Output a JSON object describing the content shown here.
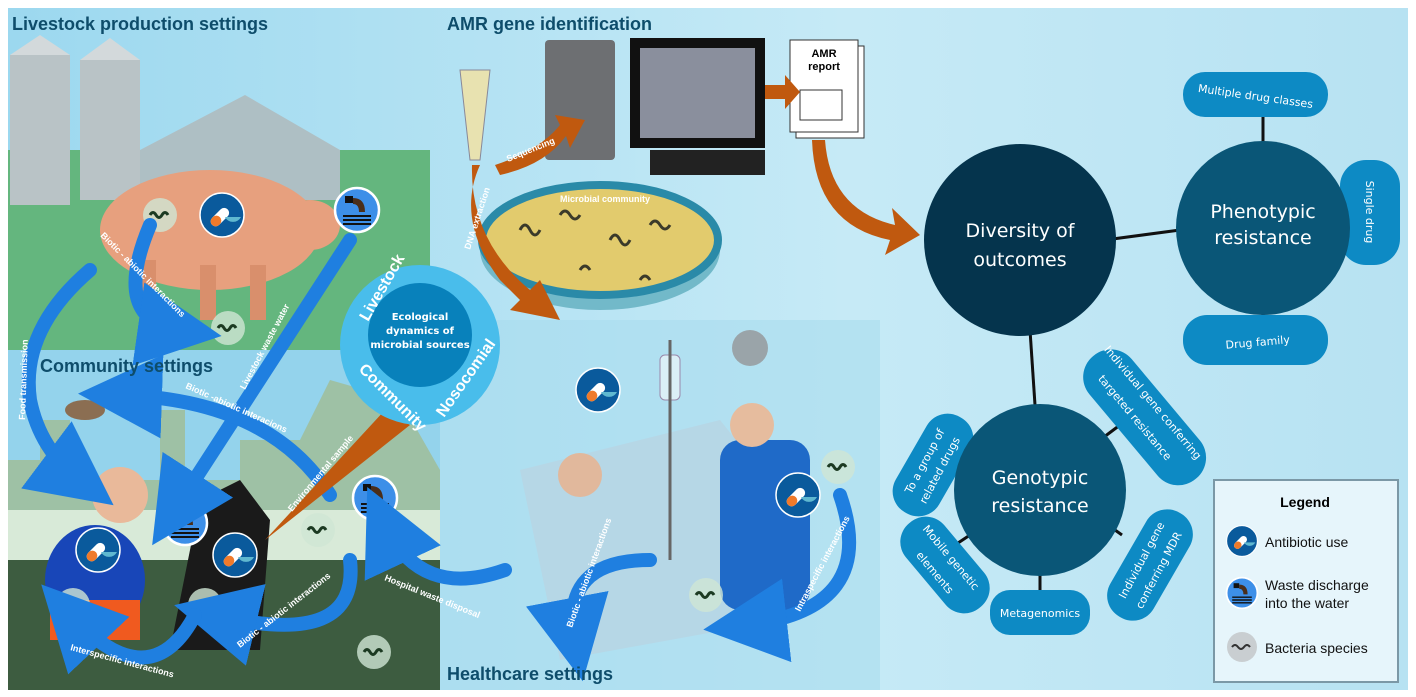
{
  "sections": {
    "livestock": "Livestock production settings",
    "amr": "AMR gene identification",
    "community": "Community settings",
    "healthcare": "Healthcare settings"
  },
  "center": {
    "line1": "Ecological",
    "line2": "dynamics of",
    "line3": "microbial sources",
    "ring_livestock": "Livestock",
    "ring_community": "Community",
    "ring_nosocomial": "Nosocomial"
  },
  "amr_pipeline": {
    "dna_extraction": "DNA extraction",
    "sequencing": "Sequencing",
    "microbial_community": "Microbial community",
    "report_line1": "AMR",
    "report_line2": "report"
  },
  "arrows": {
    "food_transmission": "Food transmission",
    "livestock_waste_water": "Livestock waste water",
    "pig_biotic": "Biotic - abiotic interactions",
    "community_biotic": "Biotic -abiotic interacions",
    "environmental_sample": "Environmental sample",
    "hospital_waste": "Hospital waste disposal",
    "dog_biotic": "Biotic - abiotic interactions",
    "interspecific": "Interspecific interactions",
    "healthcare_biotic": "Biotic - abiotic interactions",
    "intraspecific": "Intraspecific interactions"
  },
  "outcomes": {
    "diversity_1": "Diversity of",
    "diversity_2": "outcomes",
    "phenotypic_1": "Phenotypic",
    "phenotypic_2": "resistance",
    "genotypic_1": "Genotypic",
    "genotypic_2": "resistance",
    "phenotypic_items": [
      "Multiple drug classes",
      "Single drug",
      "Drug family"
    ],
    "genotypic_items": {
      "targeted_1": "Individual gene conferring",
      "targeted_2": "targeted resistance",
      "group_1": "To a group of",
      "group_2": "related drugs",
      "mobile_1": "Mobile genetic",
      "mobile_2": "elements",
      "metagenomics": "Metagenomics",
      "mdr_1": "Individual gene",
      "mdr_2": "conferring MDR"
    }
  },
  "legend": {
    "title": "Legend",
    "items": [
      {
        "icon": "antibiotic-capsule-icon",
        "label": "Antibiotic use"
      },
      {
        "icon": "waste-pipe-icon",
        "label_1": "Waste discharge",
        "label_2": "into the water"
      },
      {
        "icon": "bacteria-icon",
        "label": "Bacteria species"
      }
    ]
  },
  "colors": {
    "arrow_blue": "#1f7fe0",
    "arrow_orange": "#c0590f",
    "dark_node": "#05344d",
    "node": "#0a5677",
    "pill": "#0d8ac4",
    "title": "#0e4d6b"
  }
}
